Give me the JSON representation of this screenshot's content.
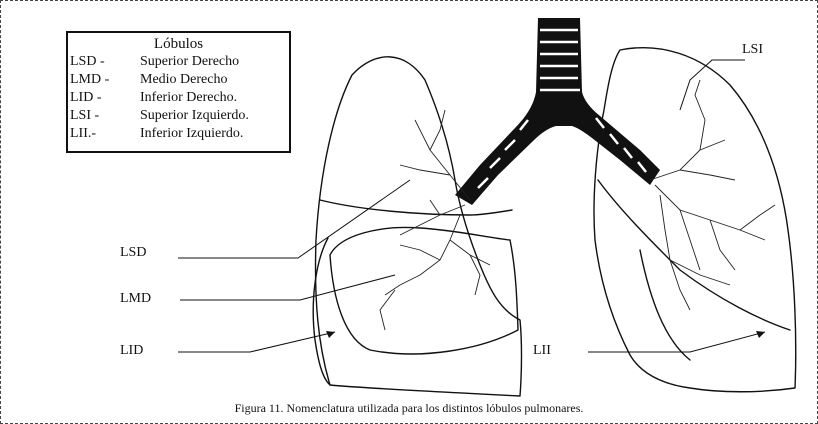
{
  "legend": {
    "title": "Lóbulos",
    "rows": [
      {
        "abbr": "LSD -",
        "desc": "Superior Derecho"
      },
      {
        "abbr": "LMD -",
        "desc": "Medio Derecho"
      },
      {
        "abbr": "LID -",
        "desc": "Inferior Derecho."
      },
      {
        "abbr": "LSI -",
        "desc": "Superior Izquierdo."
      },
      {
        "abbr": "LII.-",
        "desc": "Inferior Izquierdo."
      }
    ]
  },
  "labels": {
    "lsi": "LSI",
    "lsd": "LSD",
    "lmd": "LMD",
    "lid": "LID",
    "lii": "LII"
  },
  "caption": "Figura 11. Nomenclatura utilizada para los distintos lóbulos pulmonares."
}
